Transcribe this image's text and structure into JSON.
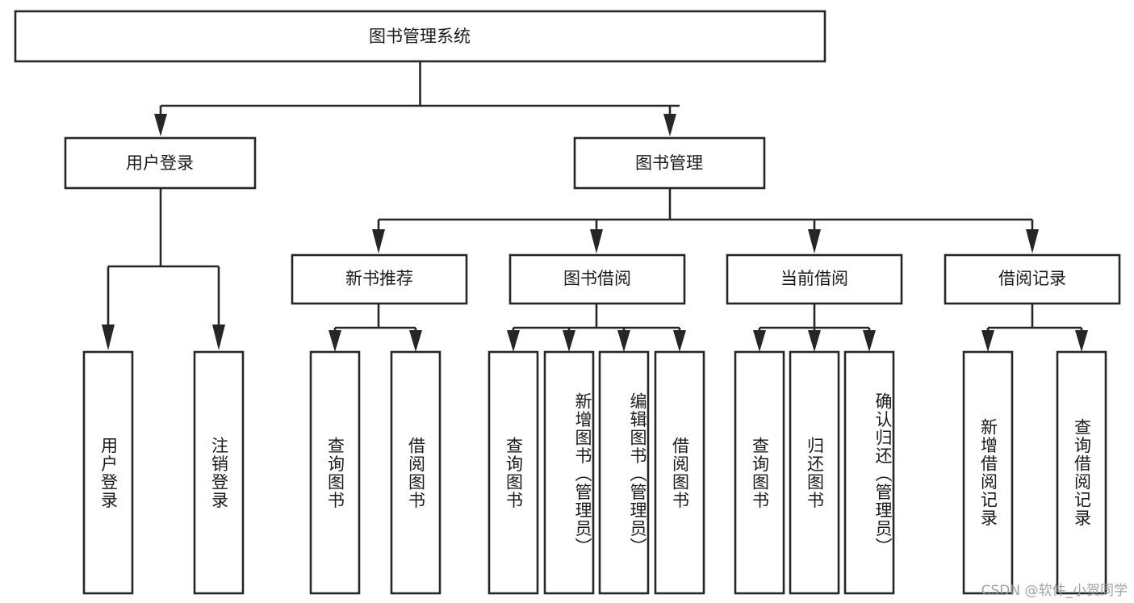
{
  "diagram": {
    "type": "hierarchy-tree",
    "title": "图书管理系统",
    "watermark": "CSDN @软件_小贺同学",
    "colors": {
      "box_stroke": "#262626",
      "box_fill": "#ffffff",
      "text": "#1a1a1a",
      "connector": "#262626",
      "watermark": "#9a9a9a",
      "background": "#ffffff"
    },
    "levels": {
      "root": {
        "label": "图书管理系统"
      },
      "level2": [
        {
          "id": "user-login",
          "label": "用户登录"
        },
        {
          "id": "book-management",
          "label": "图书管理"
        }
      ],
      "level3": [
        {
          "id": "new-book-recommend",
          "label": "新书推荐",
          "parent": "book-management"
        },
        {
          "id": "book-borrow",
          "label": "图书借阅",
          "parent": "book-management"
        },
        {
          "id": "current-borrow",
          "label": "当前借阅",
          "parent": "book-management"
        },
        {
          "id": "borrow-record",
          "label": "借阅记录",
          "parent": "book-management"
        }
      ],
      "leaves": [
        {
          "id": "leaf-user-login",
          "label": "用户登录",
          "parent": "user-login"
        },
        {
          "id": "leaf-logout-login",
          "label": "注销登录",
          "parent": "user-login"
        },
        {
          "id": "leaf-query-book-1",
          "label": "查询图书",
          "parent": "new-book-recommend"
        },
        {
          "id": "leaf-borrow-book-1",
          "label": "借阅图书",
          "parent": "new-book-recommend"
        },
        {
          "id": "leaf-query-book-2",
          "label": "查询图书",
          "parent": "book-borrow"
        },
        {
          "id": "leaf-add-book",
          "label": "新增图书（管理员）",
          "parent": "book-borrow"
        },
        {
          "id": "leaf-edit-book",
          "label": "编辑图书（管理员）",
          "parent": "book-borrow"
        },
        {
          "id": "leaf-borrow-book-2",
          "label": "借阅图书",
          "parent": "book-borrow"
        },
        {
          "id": "leaf-query-book-3",
          "label": "查询图书",
          "parent": "current-borrow"
        },
        {
          "id": "leaf-return-book",
          "label": "归还图书",
          "parent": "current-borrow"
        },
        {
          "id": "leaf-confirm-return",
          "label": "确认归还（管理员）",
          "parent": "current-borrow"
        },
        {
          "id": "leaf-add-record",
          "label": "新增借阅记录",
          "parent": "borrow-record"
        },
        {
          "id": "leaf-query-record",
          "label": "查询借阅记录",
          "parent": "borrow-record"
        }
      ]
    }
  }
}
